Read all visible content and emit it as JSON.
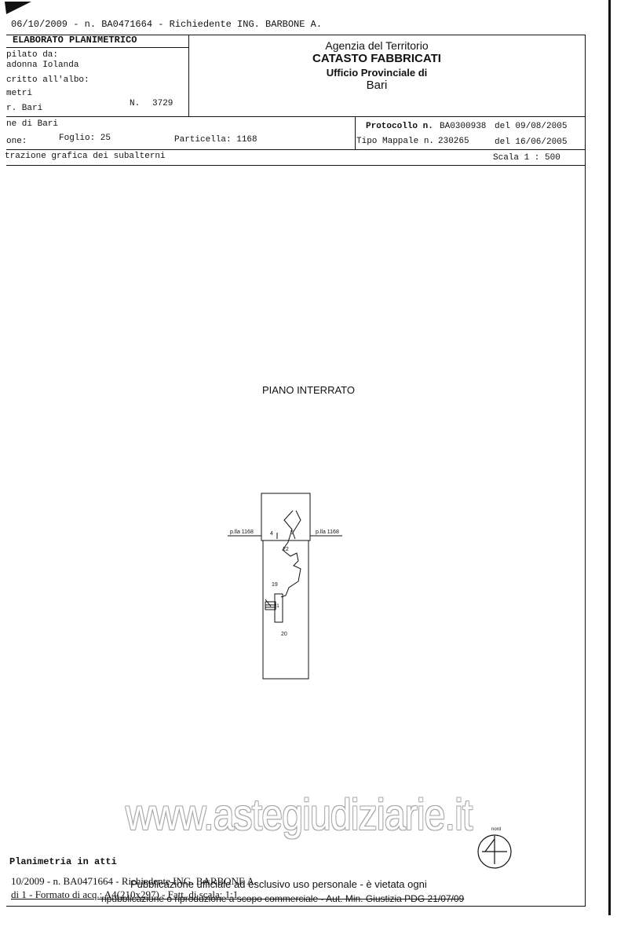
{
  "header_line": "06/10/2009 - n. BA0471664 - Richiedente ING. BARBONE A.",
  "box_left": {
    "title": "ELABORATO PLANIMETRICO",
    "compiled_label": "pilato da:",
    "compiled_name": "adonna Iolanda",
    "register_label": "critto all'albo:",
    "register_value": "metri",
    "province": "r. Bari",
    "number_label": "N.",
    "number_value": "3729"
  },
  "agency": {
    "line1": "Agenzia del Territorio",
    "line2": "CATASTO FABBRICATI",
    "line3": "Ufficio Provinciale di",
    "line4": "Bari"
  },
  "info": {
    "comune": "ne di Bari",
    "sezione_label": "one:",
    "foglio": "Foglio: 25",
    "particella": "Particella: 1168",
    "protocollo_label": "Protocollo n.",
    "protocollo_value": "BA0300938",
    "protocollo_date": "del 09/08/2005",
    "mappale_label": "Tipo Mappale n.",
    "mappale_value": "230265",
    "mappale_date": "del 16/06/2005"
  },
  "scale_row": {
    "description": "trazione grafica dei subalterni",
    "scale": "Scala 1 : 500"
  },
  "plan": {
    "title": "PIANO INTERRATO",
    "left_label": "p.lla 1168",
    "right_label": "p.lla 1168",
    "numbers": [
      "4",
      "5",
      "22",
      "19",
      "21",
      "20"
    ]
  },
  "watermark": "www.astegiudiziarie.it",
  "north_label": "nord",
  "footer": {
    "planimetria": "Planimetria in atti",
    "line1_left": "10/2009 - n. BA0471664 - Richiedente ING. BARBONE A.",
    "line1_overlay": "Pubblicazione ufficiale ad esclusivo uso personale - è vietata ogni",
    "line2_left": "di 1 - Formato di acq.: A4(210x297) - Fatt. di scala: 1:1",
    "line2_overlay": "ripubblicazione o riproduzione a scopo commerciale - Aut. Min. Giustizia PDG 21/07/09"
  }
}
